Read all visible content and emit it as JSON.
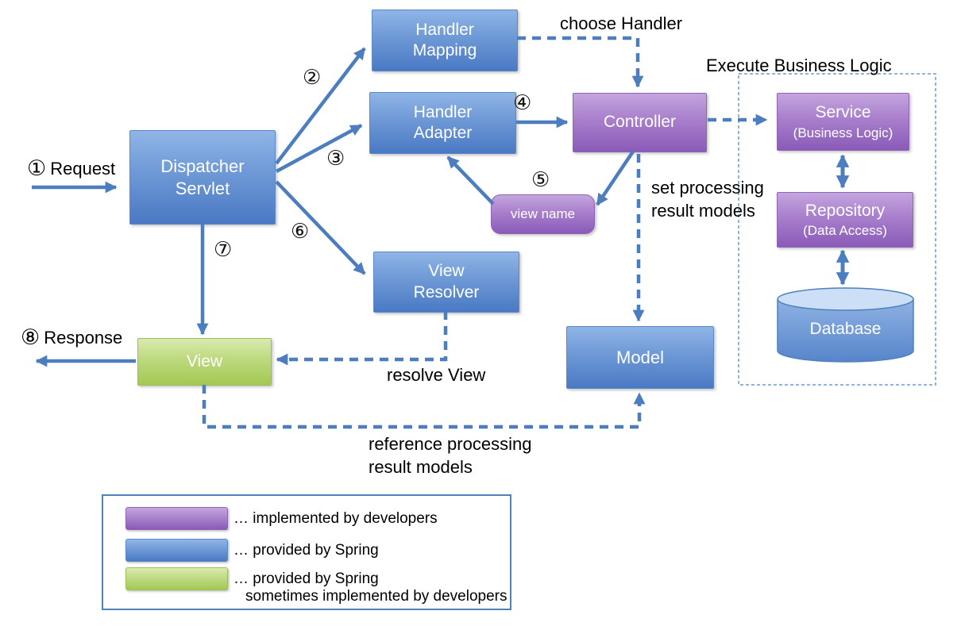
{
  "nodes": {
    "handler_mapping": {
      "line1": "Handler",
      "line2": "Mapping"
    },
    "handler_adapter": {
      "line1": "Handler",
      "line2": "Adapter"
    },
    "dispatcher_servlet": {
      "line1": "Dispatcher",
      "line2": "Servlet"
    },
    "controller": {
      "label": "Controller"
    },
    "view_name": {
      "label": "view name"
    },
    "view_resolver": {
      "line1": "View",
      "line2": "Resolver"
    },
    "view": {
      "label": "View"
    },
    "model": {
      "label": "Model"
    },
    "service": {
      "title": "Service",
      "subtitle": "(Business Logic)"
    },
    "repository": {
      "title": "Repository",
      "subtitle": "(Data Access)"
    },
    "database": {
      "label": "Database"
    }
  },
  "annotations": {
    "request": {
      "num": "①",
      "text": "Request"
    },
    "response": {
      "num": "⑧",
      "text": "Response"
    },
    "choose_handler": "choose Handler",
    "execute_business_logic": "Execute Business Logic",
    "set_processing": {
      "line1": "set processing",
      "line2": "result models"
    },
    "resolve_view": "resolve View",
    "reference": {
      "line1": "reference processing",
      "line2": "result models"
    }
  },
  "steps": {
    "s2": "②",
    "s3": "③",
    "s4": "④",
    "s5": "⑤",
    "s6": "⑥",
    "s7": "⑦"
  },
  "legend": {
    "items": [
      {
        "color": "purple",
        "swatch": "#A87FCC",
        "text": "… implemented by developers"
      },
      {
        "color": "blue",
        "swatch": "#6E99D6",
        "text": "… provided by Spring"
      },
      {
        "color": "green",
        "swatch": "#BDD97E",
        "text": "… provided by Spring",
        "text2": "sometimes implemented by developers"
      }
    ]
  },
  "colors": {
    "arrow": "#4C7DBF",
    "dashed_border": "#6B9BD2",
    "blue_top": "#90B5E7",
    "blue_bottom": "#4A79C4",
    "purple_top": "#C4A5DE",
    "purple_bottom": "#8A5BB8",
    "green_top": "#D9EAAF",
    "green_bottom": "#A3C853",
    "cylinder_top": "#CCDFF7",
    "cylinder_body": "#6F9BD8"
  }
}
